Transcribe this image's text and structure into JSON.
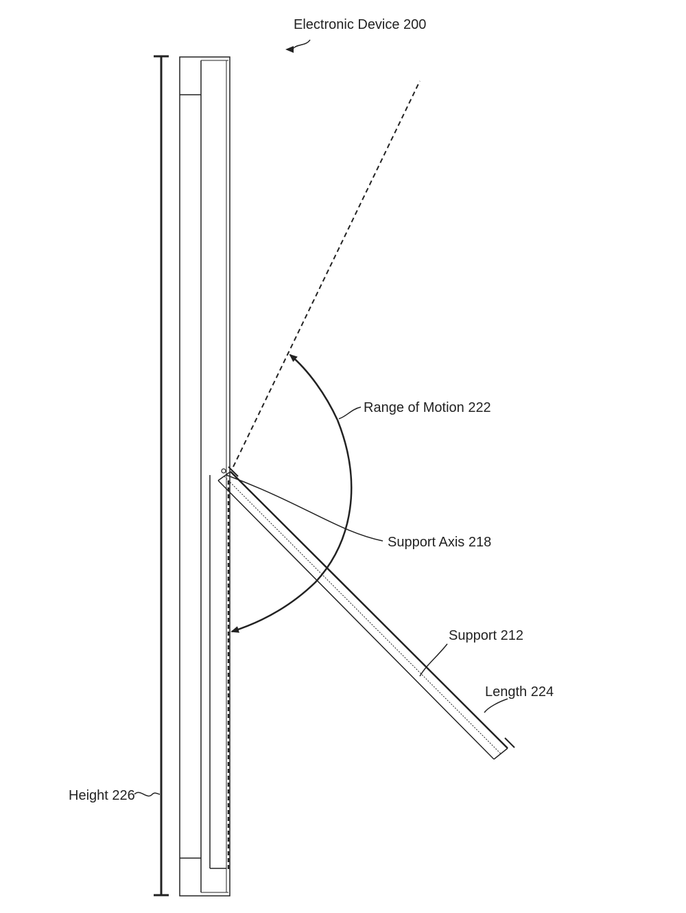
{
  "labels": {
    "device": "Electronic Device 200",
    "range_of_motion": "Range of Motion 222",
    "support_axis": "Support Axis 218",
    "support": "Support 212",
    "length": "Length 224",
    "height": "Height 226"
  },
  "colors": {
    "line": "#222222",
    "background": "#ffffff"
  }
}
